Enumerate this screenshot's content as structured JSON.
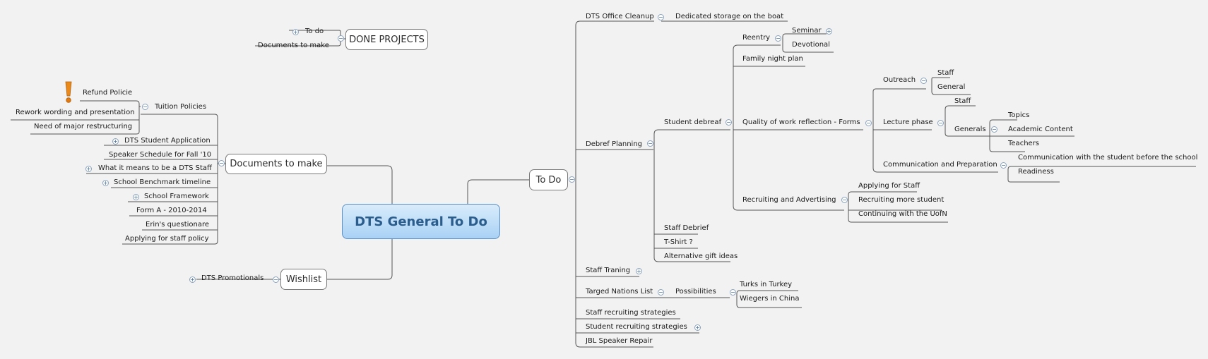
{
  "central": {
    "title": "DTS General To Do"
  },
  "left": {
    "done_projects": {
      "title": "DONE PROJECTS",
      "items": [
        "To do",
        "Documents to make"
      ]
    },
    "documents": {
      "title": "Documents to make",
      "tuition": {
        "title": "Tuition Policies",
        "items": [
          "Refund Policie",
          "Rework wording and presentation",
          "Need of major restructuring"
        ]
      },
      "items": [
        "DTS Student Application",
        "Speaker Schedule for Fall '10",
        "What it means to be a DTS Staff",
        "School Benchmark timeline",
        "School Framework",
        "Form A - 2010-2014",
        "Erin's questionare",
        "Applying for staff policy"
      ]
    },
    "wishlist": {
      "title": "Wishlist",
      "items": [
        "DTS Promotionals"
      ]
    }
  },
  "todo": {
    "title": "To Do",
    "office": {
      "title": "DTS Office Cleanup",
      "child": "Dedicated storage on the boat"
    },
    "debrief": {
      "title": "Debref Planning",
      "student": {
        "title": "Student debreaf",
        "reentry": {
          "title": "Reentry",
          "items": [
            "Seminar",
            "Devotional"
          ]
        },
        "family": "Family night plan",
        "quality": {
          "title": "Quality of work reflection - Forms",
          "outreach": {
            "title": "Outreach",
            "items": [
              "Staff",
              "General"
            ]
          },
          "lecture": {
            "title": "Lecture phase",
            "staff": "Staff",
            "generals": {
              "title": "Generals",
              "items": [
                "Topics",
                "Academic Content",
                "Teachers"
              ]
            }
          },
          "comm": {
            "title": "Communication and Preparation",
            "items": [
              "Communication with the student before the school",
              "Readiness"
            ]
          }
        },
        "recruiting": {
          "title": "Recruiting and Advertising",
          "items": [
            "Applying for Staff",
            "Recruiting more student",
            "Continuing with the UofN"
          ]
        }
      },
      "others": [
        "Staff Debrief",
        "T-Shirt ?",
        "Alternative gift ideas"
      ]
    },
    "training": "Staff Traning",
    "nations": {
      "title": "Targed Nations List",
      "possibilities": {
        "title": "Possibilities",
        "items": [
          "Turks in Turkey",
          "Wiegers in China"
        ]
      }
    },
    "staff_strategies": "Staff recruiting strategies",
    "student_strategies": "Student recruiting strategies",
    "jbl": "JBL Speaker Repair"
  },
  "colors": {
    "line": "#555555",
    "accent": "#5a8ec4",
    "toggle": "#8aa2bb",
    "alert": "#e07a10"
  },
  "icons": {
    "toggle_collapse": "minus-circle-icon",
    "toggle_expand": "plus-circle-icon",
    "alert": "exclamation-icon"
  }
}
